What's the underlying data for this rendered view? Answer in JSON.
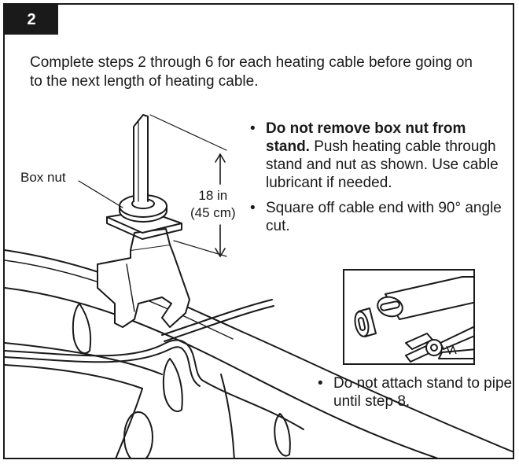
{
  "step": {
    "number": "2"
  },
  "intro": {
    "text": "Complete steps 2 through 6 for each heating cable before going on to the next length of heating cable."
  },
  "labels": {
    "box_nut": "Box nut",
    "dim_line1": "18 in",
    "dim_line2": "(45 cm)"
  },
  "bullets": [
    {
      "bold": "Do not remove box nut from stand.",
      "text": " Push heating cable through stand and nut as shown. Use cable lubricant if needed."
    },
    {
      "bold": "",
      "text": "Square off cable end with 90° angle cut."
    }
  ],
  "bottom_bullet": {
    "text": "Do not attach stand to pipe until step 8."
  },
  "bullet_glyph": "•",
  "colors": {
    "ink": "#1a1a1a",
    "paper": "#ffffff",
    "shade": "#9a9a9a"
  }
}
